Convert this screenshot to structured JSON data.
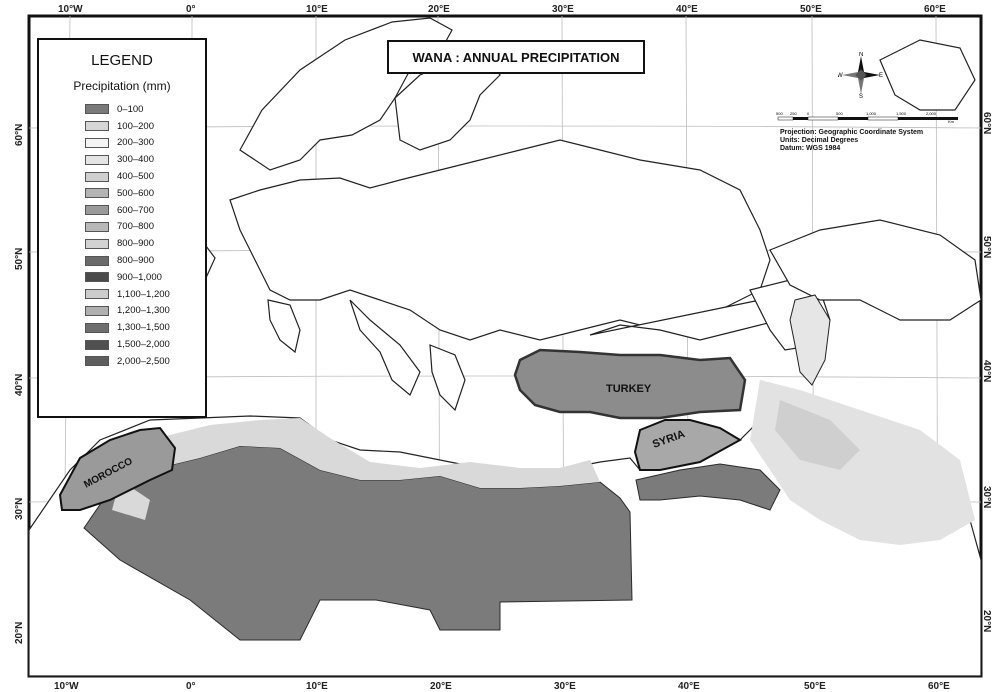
{
  "title": "WANA : ANNUAL PRECIPITATION",
  "legend": {
    "heading": "LEGEND",
    "subheading": "Precipitation (mm)",
    "classes": [
      {
        "label": "0–100",
        "color": "#7a7a7a"
      },
      {
        "label": "100–200",
        "color": "#d6d6d6"
      },
      {
        "label": "200–300",
        "color": "#f4f4f4"
      },
      {
        "label": "300–400",
        "color": "#e4e4e4"
      },
      {
        "label": "400–500",
        "color": "#cfcfcf"
      },
      {
        "label": "500–600",
        "color": "#b4b4b4"
      },
      {
        "label": "600–700",
        "color": "#9a9a9a"
      },
      {
        "label": "700–800",
        "color": "#b8b8b8"
      },
      {
        "label": "800–900",
        "color": "#d2d2d2"
      },
      {
        "label": "800–900",
        "color": "#6a6a6a"
      },
      {
        "label": "900–1,000",
        "color": "#4a4a4a"
      },
      {
        "label": "1,100–1,200",
        "color": "#cccccc"
      },
      {
        "label": "1,200–1,300",
        "color": "#b0b0b0"
      },
      {
        "label": "1,300–1,500",
        "color": "#6e6e6e"
      },
      {
        "label": "1,500–2,000",
        "color": "#505050"
      },
      {
        "label": "2,000–2,500",
        "color": "#5e5e5e"
      }
    ]
  },
  "countries": {
    "turkey": "TURKEY",
    "syria": "SYRIA",
    "morocco": "MOROCCO"
  },
  "projection": {
    "line1": "Projection: Geographic Coordinate System",
    "line2": "Units: Decimal Degrees",
    "line3": "Datum: WGS 1984"
  },
  "compass": {
    "n": "N",
    "s": "S",
    "e": "E",
    "w": "W"
  },
  "scale_labels": [
    "500",
    "250",
    "0",
    "500",
    "1,000",
    "1,500",
    "2,000"
  ],
  "scale_unit": "Km",
  "longitudes": [
    "10°W",
    "0°",
    "10°E",
    "20°E",
    "30°E",
    "40°E",
    "50°E",
    "60°E"
  ],
  "latitudes": [
    "60°N",
    "50°N",
    "40°N",
    "30°N",
    "20°N"
  ],
  "colors": {
    "desert": "#7b7b7b",
    "border": "#111111",
    "land": "#ffffff"
  }
}
